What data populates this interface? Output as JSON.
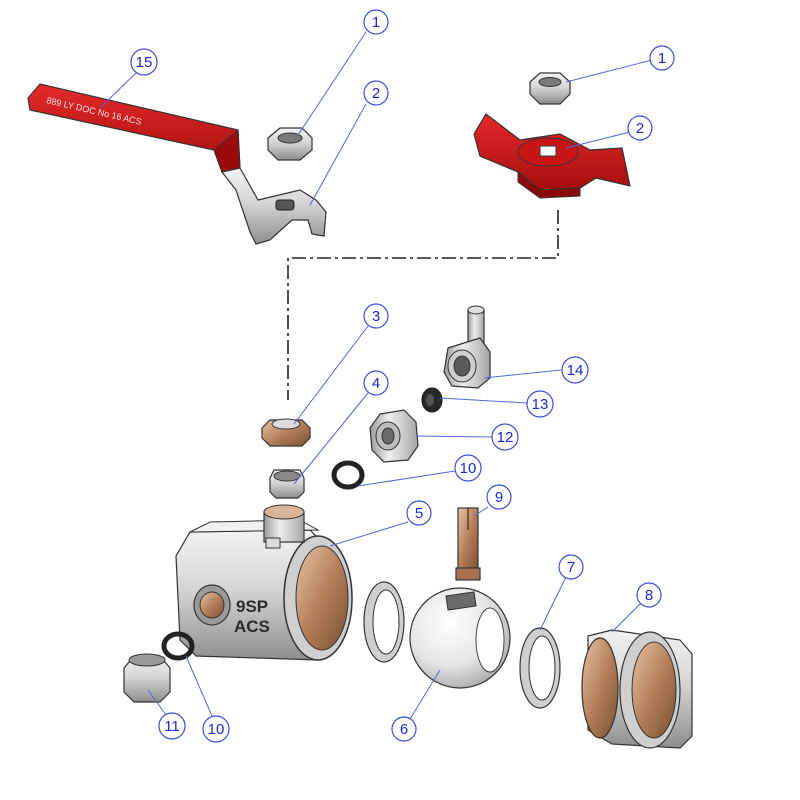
{
  "callouts": [
    {
      "id": "c1a",
      "label": "1"
    },
    {
      "id": "c2a",
      "label": "2"
    },
    {
      "id": "c15",
      "label": "15"
    },
    {
      "id": "c1b",
      "label": "1"
    },
    {
      "id": "c2b",
      "label": "2"
    },
    {
      "id": "c3",
      "label": "3"
    },
    {
      "id": "c4",
      "label": "4"
    },
    {
      "id": "c5",
      "label": "5"
    },
    {
      "id": "c6",
      "label": "6"
    },
    {
      "id": "c7",
      "label": "7"
    },
    {
      "id": "c8",
      "label": "8"
    },
    {
      "id": "c9",
      "label": "9"
    },
    {
      "id": "c10a",
      "label": "10"
    },
    {
      "id": "c10b",
      "label": "10"
    },
    {
      "id": "c11",
      "label": "11"
    },
    {
      "id": "c12",
      "label": "12"
    },
    {
      "id": "c13",
      "label": "13"
    },
    {
      "id": "c14",
      "label": "14"
    }
  ],
  "body_marks": {
    "line1": "9SP",
    "line2": "ACS"
  },
  "handle_marking": "889 LY DOC No 16 ACS",
  "colors": {
    "callout": "#1a2bd6",
    "handle_red": "#d8141a",
    "metal_light": "#e6e6e6",
    "metal_dark": "#8c8c8c",
    "brass": "#b5805a"
  }
}
